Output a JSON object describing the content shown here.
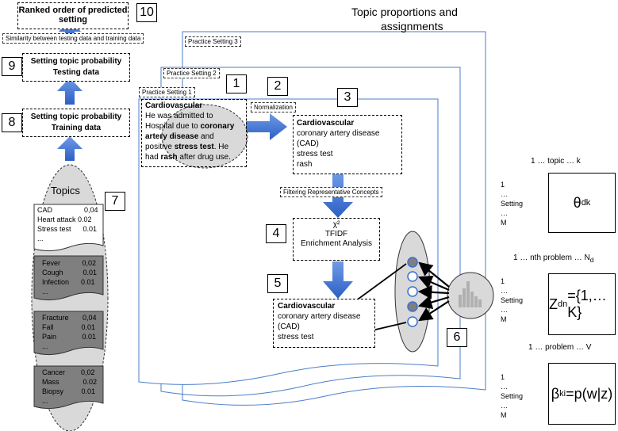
{
  "title": {
    "line1": "Topic proportions and",
    "line2": "assignments"
  },
  "steps": {
    "s10": {
      "text": "Ranked order of predicted setting",
      "num": "10"
    },
    "similarity": "Similarity between testing data and training data",
    "s9": {
      "line1": "Setting topic probability",
      "line2": "Testing data",
      "num": "9"
    },
    "s8": {
      "line1": "Setting topic probability",
      "line2": "Training data",
      "num": "8"
    }
  },
  "practice": {
    "p1": "Practice Setting 1",
    "p2": "Practice Setting 2",
    "p3": "Practice Setting 3"
  },
  "nums": {
    "n1": "1",
    "n2": "2",
    "n3": "3",
    "n4": "4",
    "n5": "5",
    "n6": "6",
    "n7": "7"
  },
  "doc1": {
    "heading": "Cardiovascular",
    "t1": "He was admitted to",
    "t2": "Hospital due to ",
    "t2b": "coronary",
    "t3b": "artery disease",
    "t3": " and",
    "t4": "positive ",
    "t4b": "stress test",
    "t4c": ". He",
    "t5": "had ",
    "t5b": "rash",
    "t5c": " after drug use."
  },
  "normalization": "Normalization",
  "box3": {
    "heading": "Cardiovascular",
    "l1": "coronary artery disease",
    "l2": "(CAD)",
    "l3": "stress test",
    "l4": "rash"
  },
  "filtering": "Filtering Representative Concepts",
  "box4": {
    "l1": "χ²",
    "l2": "TFIDF",
    "l3": "Enrichment Analysis"
  },
  "box5": {
    "heading": "Cardiovascular",
    "l1": "coronary artery disease",
    "l2": "(CAD)",
    "l3": "stress test"
  },
  "topics": {
    "title": "Topics",
    "t1": [
      "CAD                0,04",
      "Heart attack 0.02",
      "Stress test      0.01",
      "..."
    ],
    "t2": [
      "Fever           0,02",
      "Cough          0.01",
      "Infection      0.01",
      "..."
    ],
    "t3": [
      "Fracture       0,04",
      "Fall              0.01",
      "Pain             0.01",
      "..."
    ],
    "t4": [
      "Cancer        0,02",
      "Mass            0.02",
      "Biopsy         0.01",
      "..."
    ]
  },
  "matrices": {
    "theta": {
      "header": "1 … topic … k",
      "side": "1\n…\nSetting\n…\nM",
      "symbol": "θ",
      "sub": "dk"
    },
    "z": {
      "header": "1 … nth problem … N",
      "header_sub": "d",
      "side": "1\n…\nSetting\n…\nM",
      "symbol": "Z",
      "sub": "dn",
      "rest": " ={1,…K}"
    },
    "beta": {
      "header": "1 … problem … V",
      "side": "1\n…\nSetting\n…\nM",
      "symbol": "β",
      "sub": "ki",
      "rest": "=p(w|z)"
    }
  },
  "colors": {
    "arrow": "#3b6fd1",
    "frame": "#4a7ec8",
    "grey": "#d9d9d9",
    "dark": "#7f7f7f"
  },
  "icons": [
    "bar-chart-icon"
  ]
}
